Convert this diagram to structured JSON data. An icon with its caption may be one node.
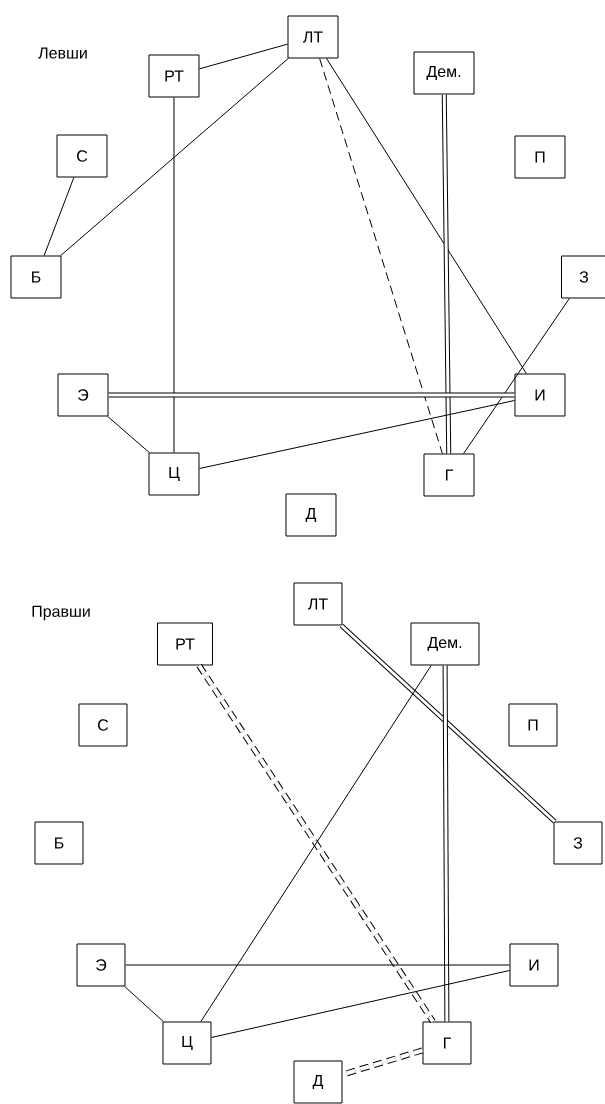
{
  "diagram": {
    "nodes": [
      {
        "text": [
          "ЛТ"
        ]
      },
      {
        "text": [
          "РТ"
        ]
      },
      {
        "text": [
          "Дем."
        ]
      },
      {
        "text": [
          "С"
        ]
      },
      {
        "text": [
          "П"
        ]
      },
      {
        "text": [
          "Б"
        ]
      },
      {
        "text": [
          "З"
        ]
      },
      {
        "text": [
          "Э"
        ]
      },
      {
        "text": [
          "И"
        ]
      },
      {
        "text": [
          "Ц"
        ]
      },
      {
        "text": [
          "Г"
        ]
      },
      {
        "text": [
          "Д"
        ]
      },
      {
        "text": [
          "ЛТ"
        ]
      },
      {
        "text": [
          "РТ"
        ]
      },
      {
        "text": [
          "Дем."
        ]
      },
      {
        "text": [
          "С"
        ]
      },
      {
        "text": [
          "П"
        ]
      },
      {
        "text": [
          "Б"
        ]
      },
      {
        "text": [
          "З"
        ]
      },
      {
        "text": [
          "Э"
        ]
      },
      {
        "text": [
          "И"
        ]
      },
      {
        "text": [
          "Ц"
        ]
      },
      {
        "text": [
          "Г"
        ]
      },
      {
        "text": [
          "Д"
        ]
      }
    ],
    "edges": [
      {
        "from": 1,
        "to": 0,
        "arrow": "none"
      },
      {
        "from": 0,
        "to": 5,
        "arrow": "none"
      },
      {
        "from": 3,
        "to": 5,
        "arrow": "none"
      },
      {
        "from": 1,
        "to": 9,
        "arrow": "none"
      },
      {
        "from": 0,
        "to": 10,
        "arrow": "none",
        "style": "dashed"
      },
      {
        "from": 0,
        "to": 8,
        "arrow": "none"
      },
      {
        "from": 2,
        "to": 10,
        "arrow": "none",
        "style": "thick"
      },
      {
        "from": 6,
        "to": 10,
        "arrow": "none"
      },
      {
        "from": 7,
        "to": 8,
        "arrow": "none",
        "style": "thick"
      },
      {
        "from": 7,
        "to": 9,
        "arrow": "none"
      },
      {
        "from": 9,
        "to": 8,
        "arrow": "none"
      },
      {
        "from": 13,
        "to": 22,
        "arrow": "none",
        "style": "dashed"
      },
      {
        "from": 12,
        "to": 18,
        "arrow": "none",
        "style": "thick"
      },
      {
        "from": 14,
        "to": 21,
        "arrow": "none"
      },
      {
        "from": 14,
        "to": 22,
        "arrow": "none",
        "style": "thick"
      },
      {
        "from": 19,
        "to": 20,
        "arrow": "none"
      },
      {
        "from": 19,
        "to": 21,
        "arrow": "none"
      },
      {
        "from": 21,
        "to": 20,
        "arrow": "none"
      },
      {
        "from": 22,
        "to": 23,
        "arrow": "none",
        "style": "dashed"
      }
    ],
    "labels": [
      "Левши",
      "Правши"
    ]
  }
}
